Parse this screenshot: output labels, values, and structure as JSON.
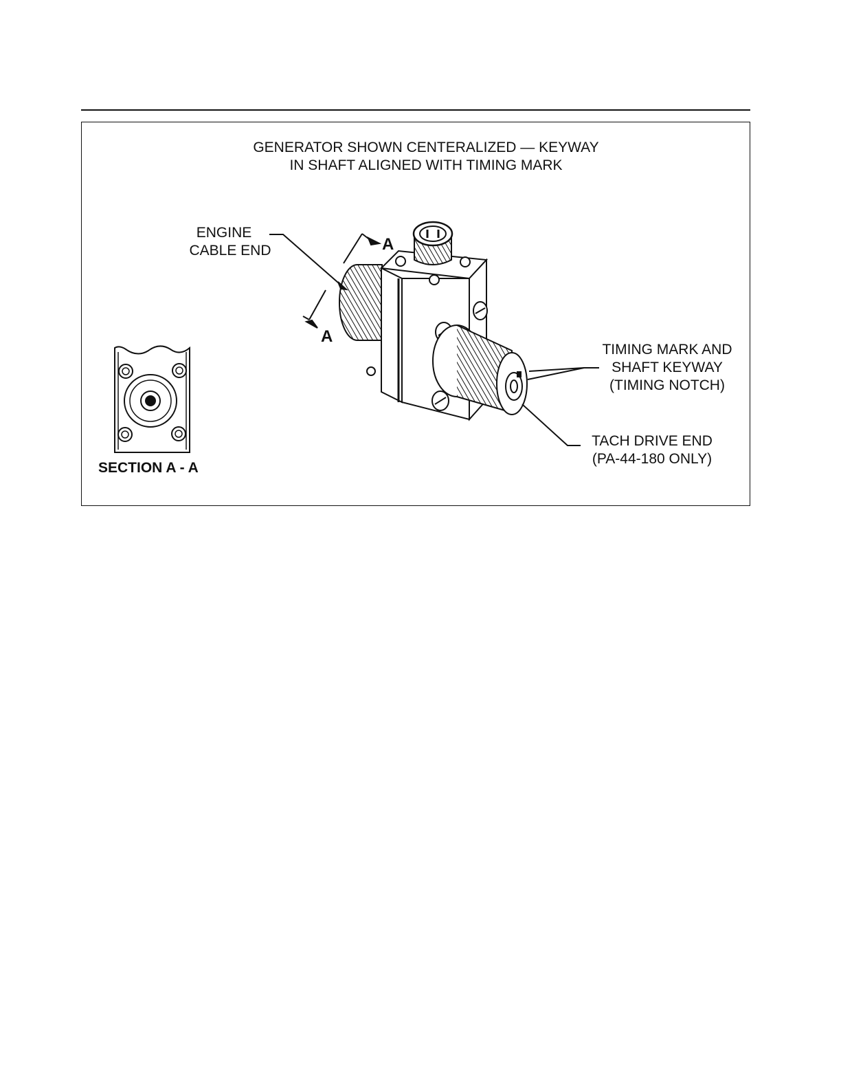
{
  "figure": {
    "caption_line1": "GENERATOR SHOWN CENTERALIZED — KEYWAY",
    "caption_line2": "IN SHAFT ALIGNED WITH TIMING MARK",
    "labels": {
      "engine_cable_end_1": "ENGINE",
      "engine_cable_end_2": "CABLE END",
      "timing_1": "TIMING MARK AND",
      "timing_2": "SHAFT KEYWAY",
      "timing_3": "(TIMING NOTCH)",
      "tach_1": "TACH DRIVE END",
      "tach_2": "(PA-44-180 ONLY)",
      "section_marker": "A",
      "section_title": "SECTION A - A"
    }
  }
}
